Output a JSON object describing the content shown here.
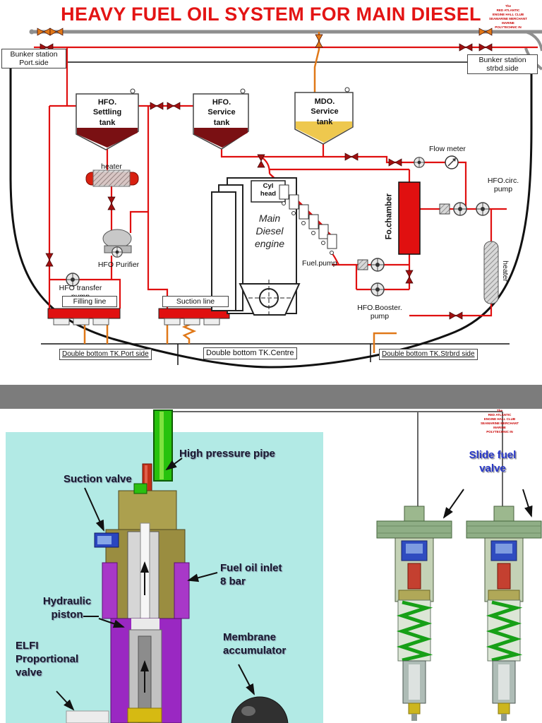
{
  "title": "HEAVY FUEL OIL SYSTEM FOR MAIN DIESEL",
  "logo": {
    "lines": [
      "The",
      "RED ATLANTIC",
      "ENGINE HALL CLUB",
      "SEAMARINE MERCHANT MARINE",
      "POLYTECHNIC IN"
    ]
  },
  "system": {
    "bunker_port": {
      "line1": "Bunker station",
      "line2": "Port.side"
    },
    "bunker_strbd": {
      "line1": "Bunker station",
      "line2": "strbd.side"
    },
    "settling_tank": {
      "line1": "HFO.",
      "line2": "Settling",
      "line3": "tank"
    },
    "service_tank": {
      "line1": "HFO.",
      "line2": "Service",
      "line3": "tank"
    },
    "mdo_tank": {
      "line1": "MDO.",
      "line2": "Service",
      "line3": "tank"
    },
    "heater_left": "heater",
    "purifier": "HFO Purifier",
    "transfer_pump": {
      "line1": "HFO transfer",
      "line2": "pump"
    },
    "filling_line": "Filling line",
    "suction_line": "Suction line",
    "cyl_head": {
      "line1": "Cyl",
      "line2": "head"
    },
    "engine": {
      "line1": "Main",
      "line2": "Diesel",
      "line3": "engine"
    },
    "fuel_pump": "Fuel.pump",
    "fo_chamber": "Fo.chamber",
    "flow_meter": "Flow meter",
    "circ_pump": {
      "line1": "HFO.circ.",
      "line2": "pump"
    },
    "heater_right": "heater",
    "booster_pump": {
      "line1": "HFO.Booster.",
      "line2": "pump"
    },
    "db_port": "Double bottom TK.Port side",
    "db_centre": "Double bottom TK.Centre",
    "db_strbrd": "Double bottom TK.Strbrd side"
  },
  "valves": {
    "high_pressure_pipe": "High pressure pipe",
    "suction_valve": "Suction valve",
    "fuel_oil_inlet": {
      "line1": "Fuel oil inlet",
      "line2": "8 bar"
    },
    "hydraulic_piston": {
      "line1": "Hydraulic",
      "line2": "piston"
    },
    "elfi": {
      "line1": "ELFI",
      "line2": "Proportional",
      "line3": "valve"
    },
    "membrane": {
      "line1": "Membrane",
      "line2": "accumulator"
    },
    "slide_fuel_valve": {
      "line1": "Slide fuel",
      "line2": "valve"
    }
  },
  "colors": {
    "title_red": "#e31414",
    "pipe_red": "#e01010",
    "pipe_orange": "#e07818",
    "pipe_gray": "#8f8f8f",
    "tank_red": "#7a1013",
    "tank_yellow": "#eec84e",
    "panel_cyan": "#b2eae5",
    "label_ink": "#191930",
    "slide_blue": "#2838c8"
  }
}
